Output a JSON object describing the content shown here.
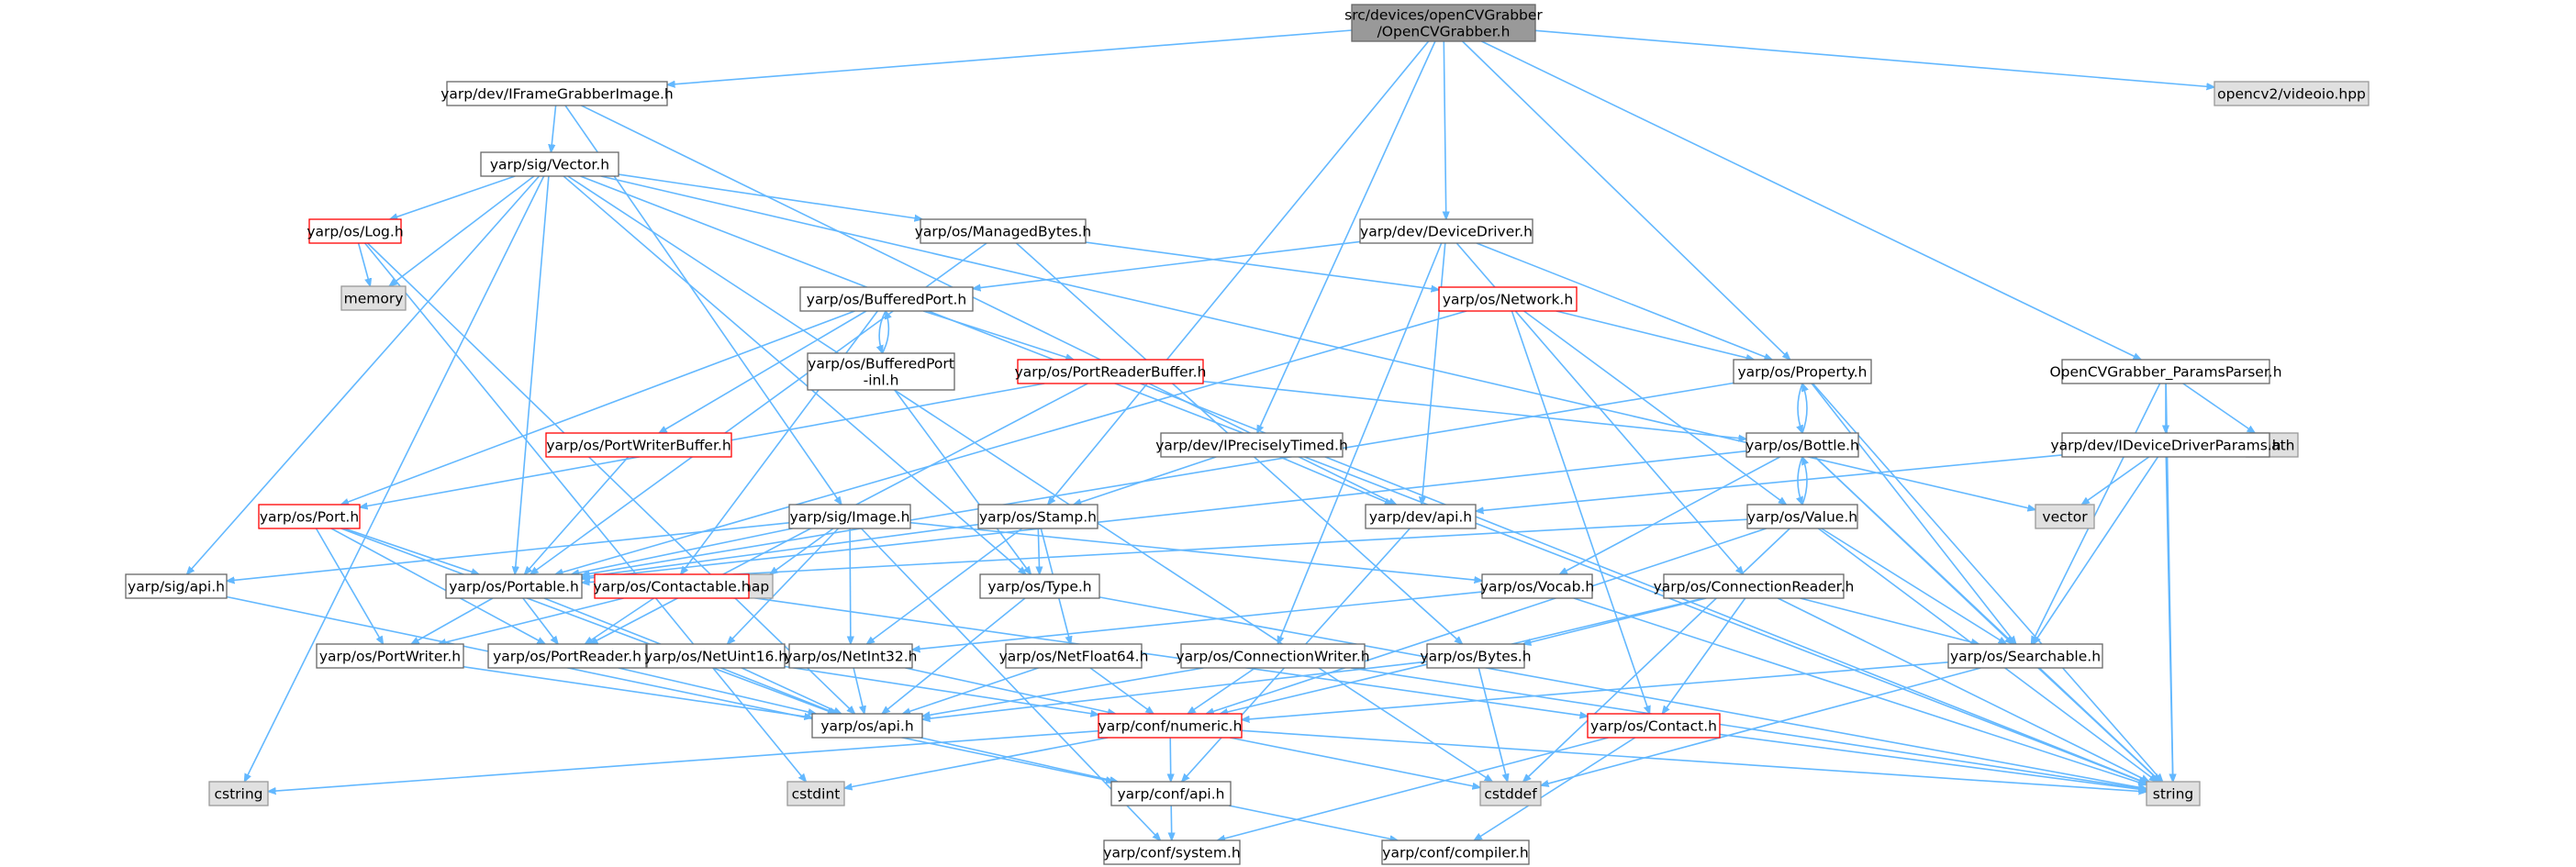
{
  "colors": {
    "edge": "#63b8ff",
    "node_fill": "#ffffff",
    "node_border": "#666666",
    "root_fill": "#999999",
    "root_border": "#666666",
    "missing_fill": "#e0e0e0",
    "missing_border": "#999999",
    "truncated_border": "#ff0000"
  },
  "nodes": [
    {
      "id": "root",
      "lines": [
        "src/devices/openCVGrabber",
        "/OpenCVGrabber.h"
      ],
      "kind": "root"
    },
    {
      "id": "iframegrabberimage",
      "lines": [
        "yarp/dev/IFrameGrabberImage.h"
      ],
      "kind": "normal"
    },
    {
      "id": "sigvector",
      "lines": [
        "yarp/sig/Vector.h"
      ],
      "kind": "normal"
    },
    {
      "id": "oslog",
      "lines": [
        "yarp/os/Log.h"
      ],
      "kind": "truncated"
    },
    {
      "id": "memory",
      "lines": [
        "memory"
      ],
      "kind": "missing"
    },
    {
      "id": "managedbytes",
      "lines": [
        "yarp/os/ManagedBytes.h"
      ],
      "kind": "normal"
    },
    {
      "id": "devicedriver",
      "lines": [
        "yarp/dev/DeviceDriver.h"
      ],
      "kind": "normal"
    },
    {
      "id": "bufferedport",
      "lines": [
        "yarp/os/BufferedPort.h"
      ],
      "kind": "normal"
    },
    {
      "id": "bufferedportinl",
      "lines": [
        "yarp/os/BufferedPort",
        "-inl.h"
      ],
      "kind": "normal"
    },
    {
      "id": "network",
      "lines": [
        "yarp/os/Network.h"
      ],
      "kind": "truncated"
    },
    {
      "id": "portreaderbuffer",
      "lines": [
        "yarp/os/PortReaderBuffer.h"
      ],
      "kind": "truncated"
    },
    {
      "id": "property",
      "lines": [
        "yarp/os/Property.h"
      ],
      "kind": "normal"
    },
    {
      "id": "portwriterbuffer",
      "lines": [
        "yarp/os/PortWriterBuffer.h"
      ],
      "kind": "truncated"
    },
    {
      "id": "ipreciselytimed",
      "lines": [
        "yarp/dev/IPreciselyTimed.h"
      ],
      "kind": "normal"
    },
    {
      "id": "bottle",
      "lines": [
        "yarp/os/Bottle.h"
      ],
      "kind": "normal"
    },
    {
      "id": "paramsparser",
      "lines": [
        "OpenCVGrabber_ParamsParser.h"
      ],
      "kind": "normal"
    },
    {
      "id": "opencv",
      "lines": [
        "opencv2/videoio.hpp"
      ],
      "kind": "missing"
    },
    {
      "id": "cmath",
      "lines": [
        "cmath"
      ],
      "kind": "missing"
    },
    {
      "id": "ideviceparams",
      "lines": [
        "yarp/dev/IDeviceDriverParams.h"
      ],
      "kind": "normal"
    },
    {
      "id": "vector",
      "lines": [
        "vector"
      ],
      "kind": "missing"
    },
    {
      "id": "osport",
      "lines": [
        "yarp/os/Port.h"
      ],
      "kind": "truncated"
    },
    {
      "id": "sigimage",
      "lines": [
        "yarp/sig/Image.h"
      ],
      "kind": "normal"
    },
    {
      "id": "stamp",
      "lines": [
        "yarp/os/Stamp.h"
      ],
      "kind": "normal"
    },
    {
      "id": "devapi",
      "lines": [
        "yarp/dev/api.h"
      ],
      "kind": "normal"
    },
    {
      "id": "value",
      "lines": [
        "yarp/os/Value.h"
      ],
      "kind": "normal"
    },
    {
      "id": "sigapi",
      "lines": [
        "yarp/sig/api.h"
      ],
      "kind": "normal"
    },
    {
      "id": "portable",
      "lines": [
        "yarp/os/Portable.h"
      ],
      "kind": "normal"
    },
    {
      "id": "map",
      "lines": [
        "map"
      ],
      "kind": "missing"
    },
    {
      "id": "contactable",
      "lines": [
        "yarp/os/Contactable.h"
      ],
      "kind": "truncated"
    },
    {
      "id": "ostype",
      "lines": [
        "yarp/os/Type.h"
      ],
      "kind": "normal"
    },
    {
      "id": "vocab",
      "lines": [
        "yarp/os/Vocab.h"
      ],
      "kind": "normal"
    },
    {
      "id": "connreader",
      "lines": [
        "yarp/os/ConnectionReader.h"
      ],
      "kind": "normal"
    },
    {
      "id": "portwriter",
      "lines": [
        "yarp/os/PortWriter.h"
      ],
      "kind": "normal"
    },
    {
      "id": "portreader",
      "lines": [
        "yarp/os/PortReader.h"
      ],
      "kind": "normal"
    },
    {
      "id": "netuint16",
      "lines": [
        "yarp/os/NetUint16.h"
      ],
      "kind": "normal"
    },
    {
      "id": "netint32",
      "lines": [
        "yarp/os/NetInt32.h"
      ],
      "kind": "normal"
    },
    {
      "id": "netfloat64",
      "lines": [
        "yarp/os/NetFloat64.h"
      ],
      "kind": "normal"
    },
    {
      "id": "connwriter",
      "lines": [
        "yarp/os/ConnectionWriter.h"
      ],
      "kind": "normal"
    },
    {
      "id": "osbytes",
      "lines": [
        "yarp/os/Bytes.h"
      ],
      "kind": "normal"
    },
    {
      "id": "searchable",
      "lines": [
        "yarp/os/Searchable.h"
      ],
      "kind": "normal"
    },
    {
      "id": "osapi",
      "lines": [
        "yarp/os/api.h"
      ],
      "kind": "normal"
    },
    {
      "id": "confnumeric",
      "lines": [
        "yarp/conf/numeric.h"
      ],
      "kind": "truncated"
    },
    {
      "id": "contact",
      "lines": [
        "yarp/os/Contact.h"
      ],
      "kind": "truncated"
    },
    {
      "id": "cstring",
      "lines": [
        "cstring"
      ],
      "kind": "missing"
    },
    {
      "id": "cstdint",
      "lines": [
        "cstdint"
      ],
      "kind": "missing"
    },
    {
      "id": "confapi",
      "lines": [
        "yarp/conf/api.h"
      ],
      "kind": "normal"
    },
    {
      "id": "cstddef",
      "lines": [
        "cstddef"
      ],
      "kind": "missing"
    },
    {
      "id": "string",
      "lines": [
        "string"
      ],
      "kind": "missing"
    },
    {
      "id": "confsystem",
      "lines": [
        "yarp/conf/system.h"
      ],
      "kind": "normal"
    },
    {
      "id": "confcompiler",
      "lines": [
        "yarp/conf/compiler.h"
      ],
      "kind": "normal"
    }
  ],
  "edges": [
    [
      "root",
      "iframegrabberimage"
    ],
    [
      "root",
      "ipreciselytimed"
    ],
    [
      "root",
      "devicedriver"
    ],
    [
      "root",
      "stamp"
    ],
    [
      "root",
      "property"
    ],
    [
      "root",
      "opencv"
    ],
    [
      "root",
      "paramsparser"
    ],
    [
      "iframegrabberimage",
      "sigvector"
    ],
    [
      "iframegrabberimage",
      "sigimage"
    ],
    [
      "iframegrabberimage",
      "devapi"
    ],
    [
      "sigvector",
      "oslog"
    ],
    [
      "sigvector",
      "memory"
    ],
    [
      "sigvector",
      "managedbytes"
    ],
    [
      "sigvector",
      "portable"
    ],
    [
      "sigvector",
      "ostype"
    ],
    [
      "sigvector",
      "sigapi"
    ],
    [
      "sigvector",
      "cstring"
    ],
    [
      "sigvector",
      "vector"
    ],
    [
      "sigvector",
      "cstddef"
    ],
    [
      "sigvector",
      "string"
    ],
    [
      "oslog",
      "memory"
    ],
    [
      "oslog",
      "osapi"
    ],
    [
      "oslog",
      "cstdint"
    ],
    [
      "managedbytes",
      "portable"
    ],
    [
      "managedbytes",
      "osbytes"
    ],
    [
      "managedbytes",
      "network"
    ],
    [
      "devicedriver",
      "bufferedport"
    ],
    [
      "devicedriver",
      "property"
    ],
    [
      "devicedriver",
      "devapi"
    ],
    [
      "devicedriver",
      "connreader"
    ],
    [
      "devicedriver",
      "connwriter"
    ],
    [
      "bufferedport",
      "bufferedportinl"
    ],
    [
      "bufferedport",
      "portreaderbuffer"
    ],
    [
      "bufferedport",
      "portwriterbuffer"
    ],
    [
      "bufferedport",
      "osport"
    ],
    [
      "bufferedport",
      "contactable"
    ],
    [
      "bufferedportinl",
      "bufferedport"
    ],
    [
      "bufferedportinl",
      "ostype"
    ],
    [
      "network",
      "property"
    ],
    [
      "network",
      "portable"
    ],
    [
      "network",
      "value"
    ],
    [
      "network",
      "contact"
    ],
    [
      "portreaderbuffer",
      "osport"
    ],
    [
      "portreaderbuffer",
      "bottle"
    ],
    [
      "portreaderbuffer",
      "portreader"
    ],
    [
      "portreaderbuffer",
      "string"
    ],
    [
      "portwriterbuffer",
      "portable"
    ],
    [
      "property",
      "bottle"
    ],
    [
      "property",
      "portable"
    ],
    [
      "property",
      "searchable"
    ],
    [
      "property",
      "string"
    ],
    [
      "ipreciselytimed",
      "stamp"
    ],
    [
      "ipreciselytimed",
      "devapi"
    ],
    [
      "bottle",
      "property"
    ],
    [
      "bottle",
      "value"
    ],
    [
      "bottle",
      "portable"
    ],
    [
      "bottle",
      "searchable"
    ],
    [
      "bottle",
      "vocab"
    ],
    [
      "bottle",
      "string"
    ],
    [
      "paramsparser",
      "ideviceparams"
    ],
    [
      "paramsparser",
      "searchable"
    ],
    [
      "paramsparser",
      "cmath"
    ],
    [
      "paramsparser",
      "string"
    ],
    [
      "ideviceparams",
      "devapi"
    ],
    [
      "ideviceparams",
      "vector"
    ],
    [
      "ideviceparams",
      "searchable"
    ],
    [
      "ideviceparams",
      "string"
    ],
    [
      "osport",
      "portable"
    ],
    [
      "osport",
      "portwriter"
    ],
    [
      "osport",
      "portreader"
    ],
    [
      "osport",
      "osapi"
    ],
    [
      "sigimage",
      "portable"
    ],
    [
      "sigimage",
      "vocab"
    ],
    [
      "sigimage",
      "netint32"
    ],
    [
      "sigimage",
      "netuint16"
    ],
    [
      "sigimage",
      "map"
    ],
    [
      "sigimage",
      "sigapi"
    ],
    [
      "sigimage",
      "confsystem"
    ],
    [
      "stamp",
      "portable"
    ],
    [
      "stamp",
      "netint32"
    ],
    [
      "stamp",
      "netfloat64"
    ],
    [
      "stamp",
      "ostype"
    ],
    [
      "devapi",
      "confapi"
    ],
    [
      "value",
      "bottle"
    ],
    [
      "value",
      "portable"
    ],
    [
      "value",
      "searchable"
    ],
    [
      "value",
      "confnumeric"
    ],
    [
      "value",
      "cstddef"
    ],
    [
      "value",
      "string"
    ],
    [
      "sigapi",
      "confapi"
    ],
    [
      "portable",
      "portwriter"
    ],
    [
      "portable",
      "portreader"
    ],
    [
      "portable",
      "osapi"
    ],
    [
      "contactable",
      "portwriter"
    ],
    [
      "contactable",
      "portreader"
    ],
    [
      "contactable",
      "contact"
    ],
    [
      "ostype",
      "osapi"
    ],
    [
      "ostype",
      "string"
    ],
    [
      "vocab",
      "netint32"
    ],
    [
      "vocab",
      "string"
    ],
    [
      "connreader",
      "osbytes"
    ],
    [
      "connreader",
      "contact"
    ],
    [
      "connreader",
      "searchable"
    ],
    [
      "connreader",
      "confnumeric"
    ],
    [
      "connreader",
      "string"
    ],
    [
      "portwriter",
      "osapi"
    ],
    [
      "portreader",
      "osapi"
    ],
    [
      "netuint16",
      "osapi"
    ],
    [
      "netuint16",
      "confnumeric"
    ],
    [
      "netint32",
      "osapi"
    ],
    [
      "netint32",
      "confnumeric"
    ],
    [
      "netfloat64",
      "osapi"
    ],
    [
      "netfloat64",
      "confnumeric"
    ],
    [
      "connwriter",
      "osapi"
    ],
    [
      "connwriter",
      "confnumeric"
    ],
    [
      "connwriter",
      "string"
    ],
    [
      "osbytes",
      "osapi"
    ],
    [
      "osbytes",
      "cstddef"
    ],
    [
      "searchable",
      "confnumeric"
    ],
    [
      "searchable",
      "cstddef"
    ],
    [
      "searchable",
      "string"
    ],
    [
      "osapi",
      "confapi"
    ],
    [
      "confnumeric",
      "confapi"
    ],
    [
      "confnumeric",
      "cstring"
    ],
    [
      "confnumeric",
      "cstdint"
    ],
    [
      "confnumeric",
      "cstddef"
    ],
    [
      "confnumeric",
      "string"
    ],
    [
      "contact",
      "confsystem"
    ],
    [
      "contact",
      "confcompiler"
    ],
    [
      "contact",
      "string"
    ],
    [
      "confapi",
      "confsystem"
    ],
    [
      "confapi",
      "confcompiler"
    ]
  ]
}
